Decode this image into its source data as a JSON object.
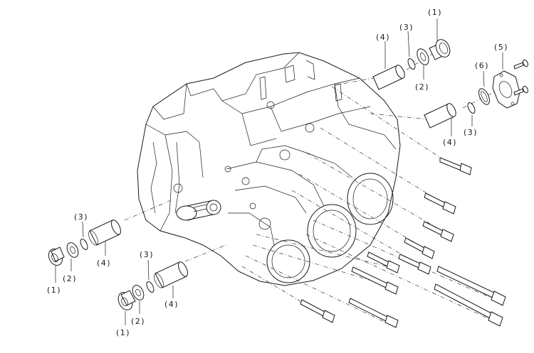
{
  "callouts": [
    {
      "id": "1",
      "text": "(1)"
    },
    {
      "id": "2",
      "text": "(2)"
    },
    {
      "id": "3",
      "text": "(3)"
    },
    {
      "id": "4",
      "text": "(4)"
    },
    {
      "id": "5",
      "text": "(5)"
    },
    {
      "id": "6",
      "text": "(6)"
    }
  ]
}
